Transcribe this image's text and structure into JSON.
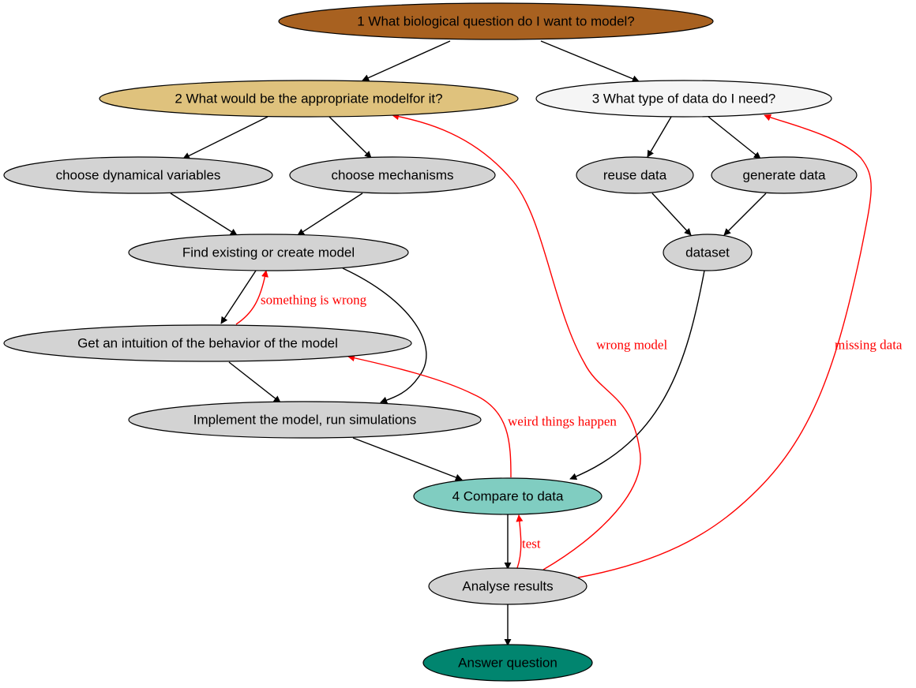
{
  "diagram": {
    "type": "flowchart",
    "nodes": [
      {
        "id": "q1",
        "label": "1 What biological question do I want to model?",
        "fill": "#a86120"
      },
      {
        "id": "q2",
        "label": "2 What would be the appropriate modelfor it?",
        "fill": "#dfc27d"
      },
      {
        "id": "q3",
        "label": "3 What type of data do I need?",
        "fill": "#f5f5f5"
      },
      {
        "id": "vars",
        "label": "choose dynamical variables",
        "fill": "#d3d3d3"
      },
      {
        "id": "mech",
        "label": "choose mechanisms",
        "fill": "#d3d3d3"
      },
      {
        "id": "reuse",
        "label": "reuse data",
        "fill": "#d3d3d3"
      },
      {
        "id": "gen",
        "label": "generate data",
        "fill": "#d3d3d3"
      },
      {
        "id": "find",
        "label": "Find existing or create model",
        "fill": "#d3d3d3"
      },
      {
        "id": "dataset",
        "label": "dataset",
        "fill": "#d3d3d3"
      },
      {
        "id": "intuition",
        "label": "Get an intuition of the behavior of the model",
        "fill": "#d3d3d3"
      },
      {
        "id": "impl",
        "label": "Implement the model, run simulations",
        "fill": "#d3d3d3"
      },
      {
        "id": "q4",
        "label": "4 Compare to data",
        "fill": "#80cdc1"
      },
      {
        "id": "analyse",
        "label": "Analyse results",
        "fill": "#d3d3d3"
      },
      {
        "id": "answer",
        "label": "Answer question",
        "fill": "#01856f"
      }
    ],
    "edges": [
      {
        "from": "q1",
        "to": "q2",
        "color": "#000000",
        "label": ""
      },
      {
        "from": "q1",
        "to": "q3",
        "color": "#000000",
        "label": ""
      },
      {
        "from": "q2",
        "to": "vars",
        "color": "#000000",
        "label": ""
      },
      {
        "from": "q2",
        "to": "mech",
        "color": "#000000",
        "label": ""
      },
      {
        "from": "q3",
        "to": "reuse",
        "color": "#000000",
        "label": ""
      },
      {
        "from": "q3",
        "to": "gen",
        "color": "#000000",
        "label": ""
      },
      {
        "from": "vars",
        "to": "find",
        "color": "#000000",
        "label": ""
      },
      {
        "from": "mech",
        "to": "find",
        "color": "#000000",
        "label": ""
      },
      {
        "from": "reuse",
        "to": "dataset",
        "color": "#000000",
        "label": ""
      },
      {
        "from": "gen",
        "to": "dataset",
        "color": "#000000",
        "label": ""
      },
      {
        "from": "find",
        "to": "intuition",
        "color": "#000000",
        "label": ""
      },
      {
        "from": "intuition",
        "to": "find",
        "color": "#ff0000",
        "label": "something is wrong"
      },
      {
        "from": "find",
        "to": "impl",
        "color": "#000000",
        "label": ""
      },
      {
        "from": "intuition",
        "to": "impl",
        "color": "#000000",
        "label": ""
      },
      {
        "from": "impl",
        "to": "q4",
        "color": "#000000",
        "label": ""
      },
      {
        "from": "dataset",
        "to": "q4",
        "color": "#000000",
        "label": ""
      },
      {
        "from": "q4",
        "to": "intuition",
        "color": "#ff0000",
        "label": "weird things happen"
      },
      {
        "from": "q4",
        "to": "analyse",
        "color": "#000000",
        "label": ""
      },
      {
        "from": "analyse",
        "to": "q4",
        "color": "#ff0000",
        "label": "test"
      },
      {
        "from": "analyse",
        "to": "q2",
        "color": "#ff0000",
        "label": "wrong model"
      },
      {
        "from": "analyse",
        "to": "q3",
        "color": "#ff0000",
        "label": "missing data"
      },
      {
        "from": "analyse",
        "to": "answer",
        "color": "#000000",
        "label": ""
      }
    ]
  }
}
